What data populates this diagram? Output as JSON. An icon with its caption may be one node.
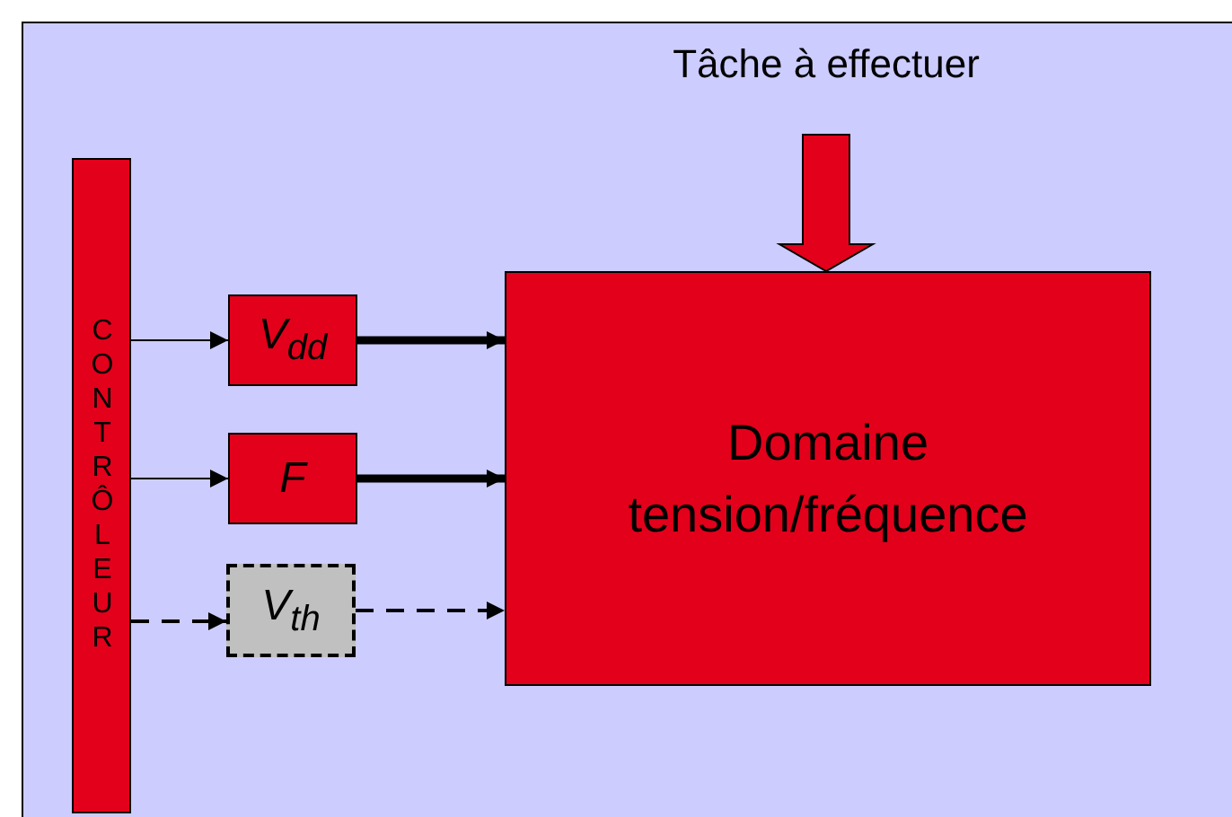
{
  "diagram": {
    "nodes": [
      {
        "text": [
          "Tâche à effectuer"
        ]
      },
      {
        "text": [
          "CONTRÔLEUR"
        ]
      },
      {
        "text": [
          "V$_{dd}$"
        ]
      },
      {
        "text": [
          "F"
        ]
      },
      {
        "text": [
          "V$_{th}$"
        ]
      },
      {
        "text": [
          "Domaine tension/fréquence"
        ]
      }
    ],
    "edges": [
      {
        "from": 0,
        "to": 5,
        "arrow": "to",
        "style": "thick",
        "color": "#e3001b"
      },
      {
        "from": 1,
        "to": 2,
        "arrow": "to"
      },
      {
        "from": 1,
        "to": 3,
        "arrow": "to"
      },
      {
        "from": 1,
        "to": 4,
        "arrow": "to",
        "style": "dashed"
      },
      {
        "from": 2,
        "to": 5,
        "arrow": "to",
        "style": "thick"
      },
      {
        "from": 3,
        "to": 5,
        "arrow": "to",
        "style": "thick"
      },
      {
        "from": 4,
        "to": 5,
        "arrow": "to",
        "style": "dashed"
      }
    ]
  }
}
